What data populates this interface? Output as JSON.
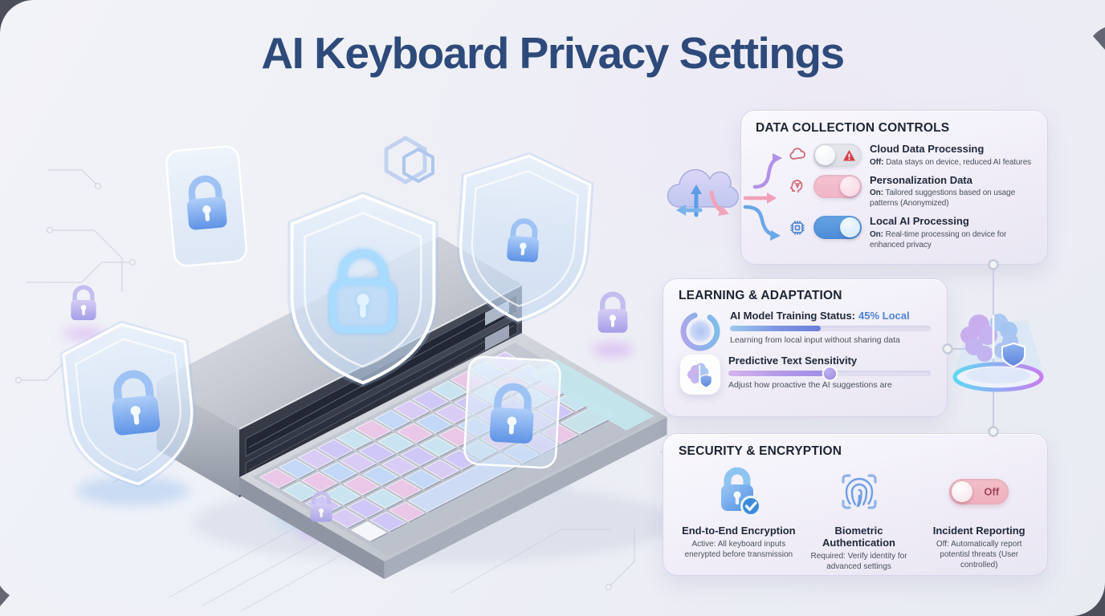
{
  "title": "AI Keyboard Privacy Settings",
  "data_collection": {
    "title": "DATA COLLECTION CONTROLS",
    "items": [
      {
        "label": "Cloud Data Processing",
        "state": "off",
        "icon": "cloud-icon",
        "badge": "warning-triangle-icon",
        "desc_prefix": "Off:",
        "desc": "Data stays on device, reduced AI features"
      },
      {
        "label": "Personalization Data",
        "state": "on",
        "icon": "profile-circuit-icon",
        "desc_prefix": "On:",
        "desc": "Tailored suggestions based on usage patterns (Anonymized)"
      },
      {
        "label": "Local AI Processing",
        "state": "on",
        "icon": "cpu-chip-icon",
        "desc_prefix": "On:",
        "desc": "Real-time processing on device for enhanced privacy"
      }
    ]
  },
  "learning": {
    "title": "LEARNING & ADAPTATION",
    "training_label": "AI Model Training Status:",
    "training_value": "45% Local",
    "training_percent": 45,
    "training_caption": "Learning from local input without sharing data",
    "training_icon": "progress-ring-icon",
    "sensitivity_label": "Predictive Text Sensitivity",
    "sensitivity_percent": 50,
    "sensitivity_caption": "Adjust how proactive the AI suggestions are",
    "sensitivity_icon": "brain-shield-icon"
  },
  "security": {
    "title": "SECURITY & ENCRYPTION",
    "features": [
      {
        "label": "End-to-End Encryption",
        "icon": "lock-check-icon",
        "desc": "Active: All keyboard inputs enerypted before transmission"
      },
      {
        "label": "Biometric Authentication",
        "icon": "fingerprint-icon",
        "desc": "Required: Verify identity for advanced settings"
      },
      {
        "label": "Incident Reporting",
        "icon": "toggle-off-pill",
        "toggle_label": "Off",
        "desc": "Off: Automatically report potentisl threats (User controlled)"
      }
    ]
  },
  "colors": {
    "title": "#2d4a7a",
    "accent_blue": "#4c8cd6",
    "accent_pink": "#f0b4c6",
    "accent_purple": "#9d8ce4",
    "value_blue": "#4d82d8",
    "warning_red": "#d5404a"
  }
}
